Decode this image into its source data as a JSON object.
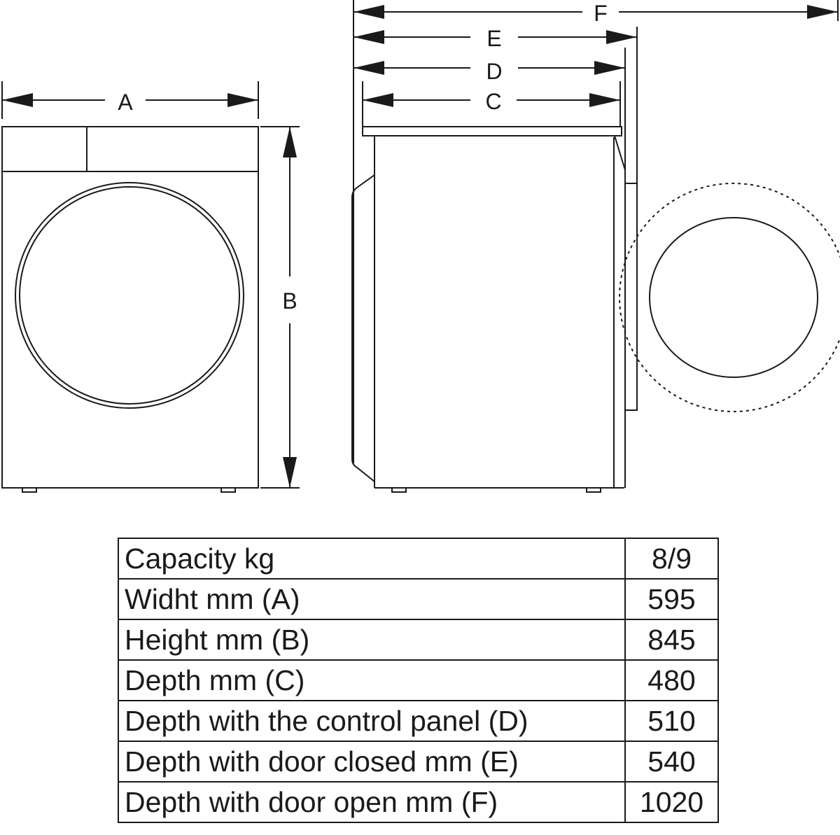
{
  "diagram": {
    "labels": {
      "a": "A",
      "b": "B",
      "c": "C",
      "d": "D",
      "e": "E",
      "f": "F"
    }
  },
  "table": {
    "rows": [
      {
        "label": "Capacity kg",
        "value": "8/9"
      },
      {
        "label": "Widht mm (A)",
        "value": "595"
      },
      {
        "label": "Height mm (B)",
        "value": "845"
      },
      {
        "label": "Depth mm (C)",
        "value": "480"
      },
      {
        "label": "Depth with the control panel (D)",
        "value": "510"
      },
      {
        "label": "Depth with door closed mm (E)",
        "value": "540"
      },
      {
        "label": "Depth with door open mm (F)",
        "value": "1020"
      }
    ]
  }
}
